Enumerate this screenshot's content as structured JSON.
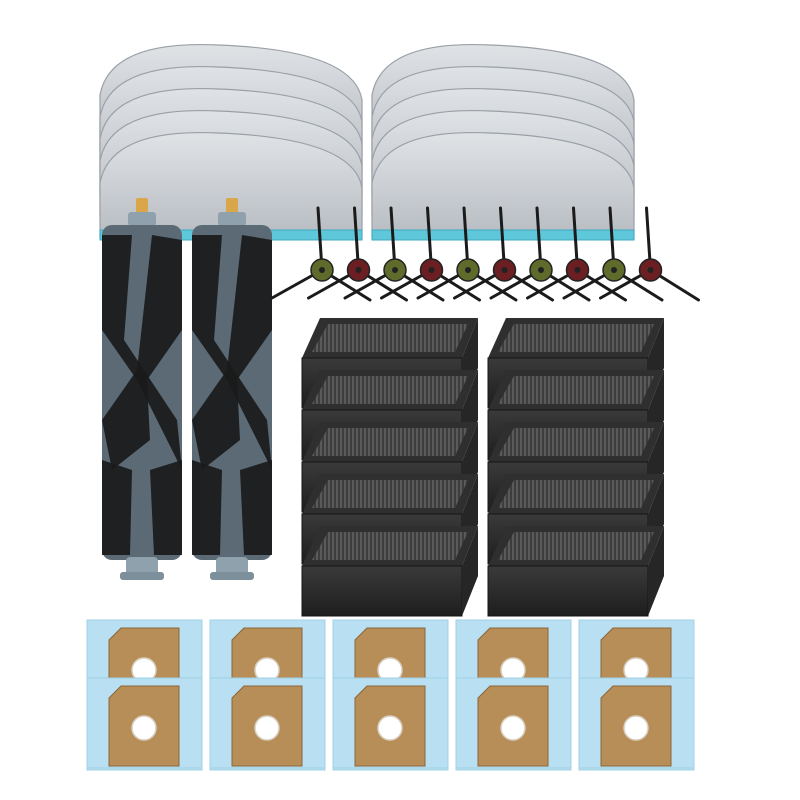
{
  "scene": {
    "background": "#ffffff",
    "groups": [
      {
        "name": "mop-pad-stack",
        "count": 2,
        "layers_each": 5,
        "pad_color": "#c9cdd2",
        "trim_color": "#5fc7da"
      },
      {
        "name": "main-roller-brush",
        "count": 2,
        "bristle_color": "#1a1a1a",
        "core_color": "#5b6a75",
        "cap_color": "#8fa1ad",
        "hub_color": "#d9a64a"
      },
      {
        "name": "side-brush",
        "count": 10,
        "hub_colors": [
          "#5f6b2a",
          "#6b1f23"
        ],
        "arm_color": "#1b1b1b"
      },
      {
        "name": "hepa-filter",
        "count": 10,
        "frame_color": "#2f2f2f",
        "mesh_color": "#4a4a4a"
      },
      {
        "name": "dust-bag",
        "count": 10,
        "bag_color": "#b9e0f2",
        "card_color": "#b88e58",
        "port_color": "#ffffff"
      }
    ]
  }
}
